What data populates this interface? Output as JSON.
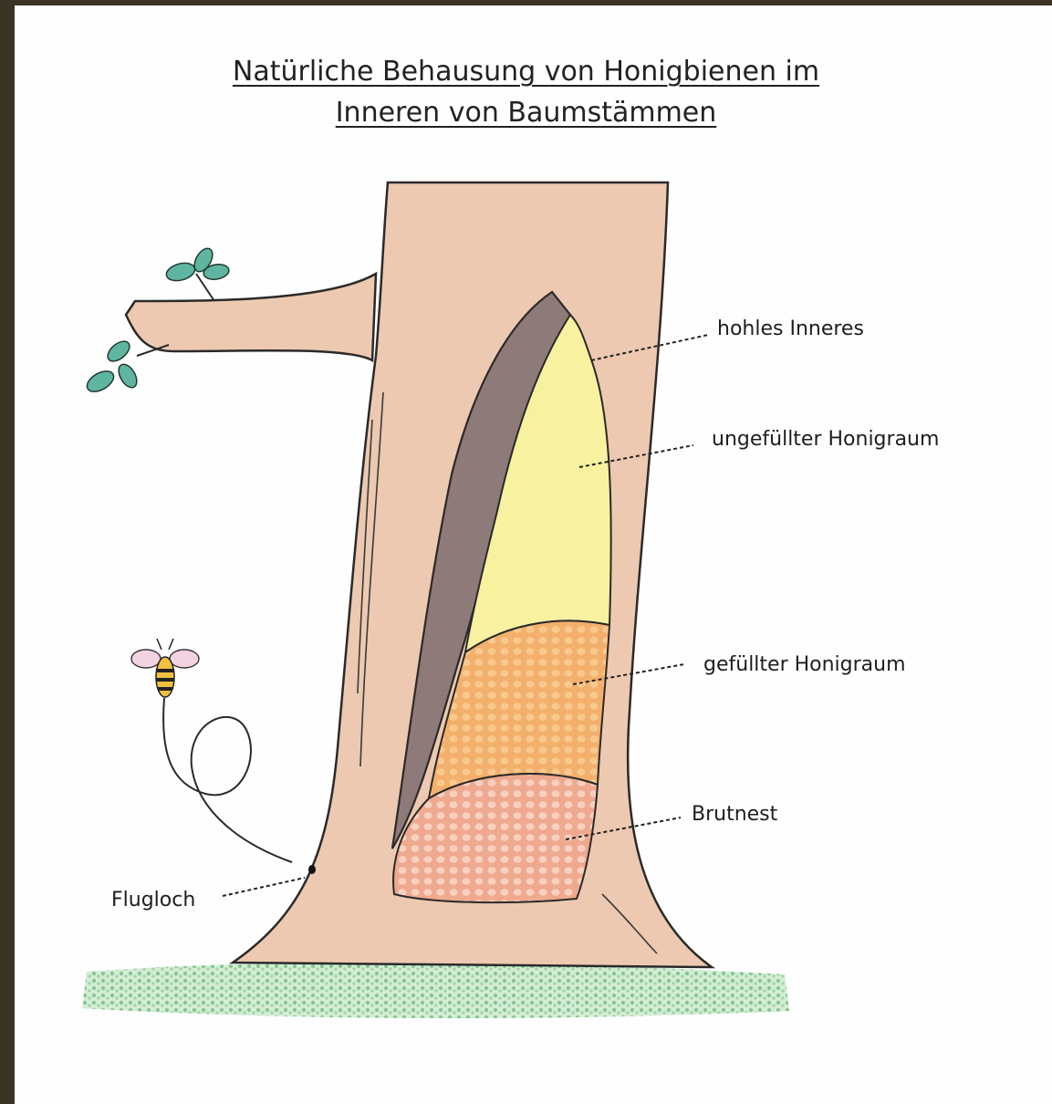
{
  "title": {
    "line1": "Natürliche Behausung von Honigbienen im",
    "line2": "Inneren von Baumstämmen"
  },
  "labels": {
    "hollow_interior": "hohles Inneres",
    "empty_honey_space": "ungefüllter Honigraum",
    "filled_honey_space": "gefüllter Honigraum",
    "brood_nest": "Brutnest",
    "entrance_hole": "Flugloch"
  },
  "colors": {
    "frame": "#3a3424",
    "paper": "#fefefe",
    "bark": "#ecc9b0",
    "cavity_wall": "#8e7a78",
    "empty_honey": "#f8f1a0",
    "filled_honey": "#f3b06c",
    "brood": "#f2b29a",
    "grass": "#7cc58c",
    "leaf": "#5fb5a0"
  }
}
